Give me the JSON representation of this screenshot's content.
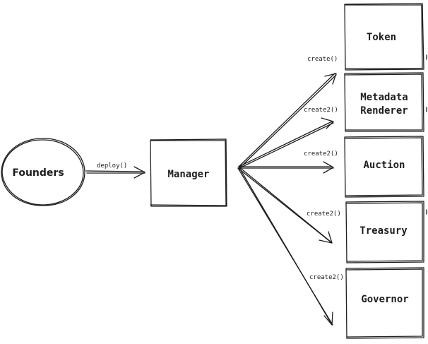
{
  "nodes": {
    "founders": "Founders",
    "manager": "Manager",
    "token": "Token",
    "metadata_line1": "Metadata",
    "metadata_line2": "Renderer",
    "auction": "Auction",
    "treasury": "Treasury",
    "governor": "Governor"
  },
  "edges": {
    "deploy": "deploy()",
    "token": "create()",
    "metadata": "create2()",
    "auction": "create2()",
    "treasury": "create2()",
    "governor": "create2()"
  }
}
